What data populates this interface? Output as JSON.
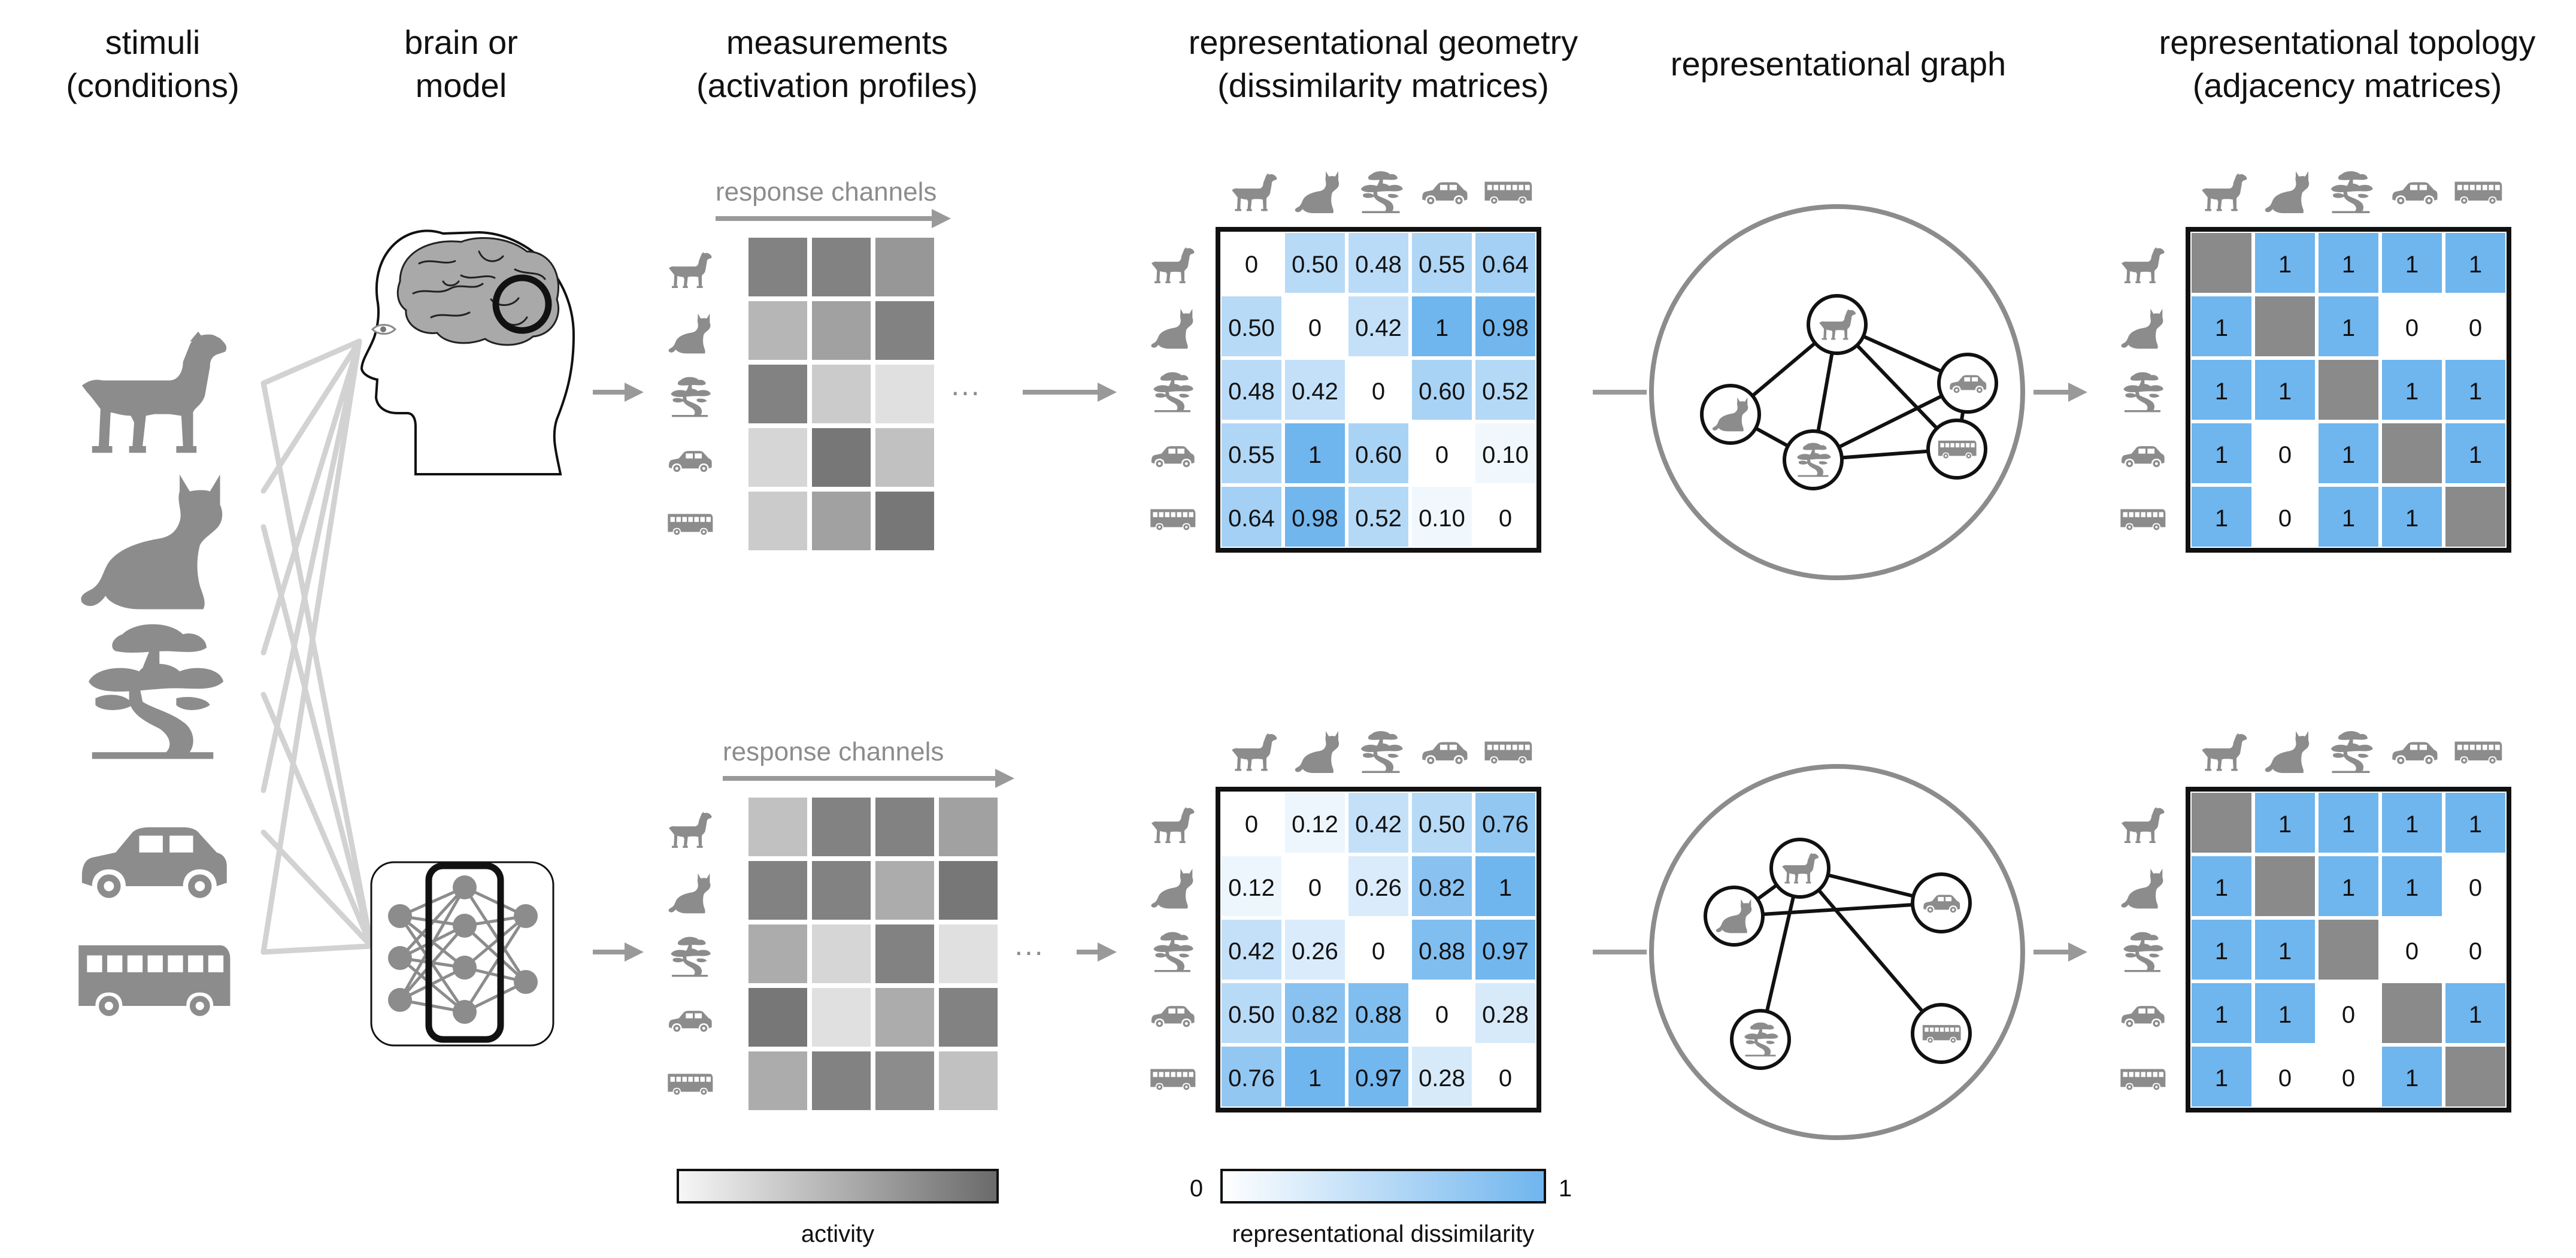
{
  "headers": [
    {
      "lines": [
        "stimuli",
        "(conditions)"
      ]
    },
    {
      "lines": [
        "brain or",
        "model"
      ]
    },
    {
      "lines": [
        "measurements",
        "(activation profiles)"
      ]
    },
    {
      "lines": [
        "representational geometry",
        "(dissimilarity matrices)"
      ]
    },
    {
      "lines": [
        "representational graph"
      ]
    },
    {
      "lines": [
        "representational topology",
        "(adjacency matrices)"
      ]
    }
  ],
  "stimuli": [
    "dog",
    "cat",
    "tree",
    "car",
    "bus"
  ],
  "rows": [
    {
      "source": "brain",
      "response_channels_label": "response channels",
      "activation": [
        [
          0.55,
          0.55,
          0.45
        ],
        [
          0.3,
          0.4,
          0.55
        ],
        [
          0.55,
          0.2,
          0.1
        ],
        [
          0.15,
          0.6,
          0.25
        ],
        [
          0.2,
          0.4,
          0.6
        ]
      ],
      "dissimilarity": [
        [
          "0",
          "0.50",
          "0.48",
          "0.55",
          "0.64"
        ],
        [
          "0.50",
          "0",
          "0.42",
          "1",
          "0.98"
        ],
        [
          "0.48",
          "0.42",
          "0",
          "0.60",
          "0.52"
        ],
        [
          "0.55",
          "1",
          "0.60",
          "0",
          "0.10"
        ],
        [
          "0.64",
          "0.98",
          "0.52",
          "0.10",
          "0"
        ]
      ],
      "graph_edges": [
        [
          0,
          1
        ],
        [
          0,
          2
        ],
        [
          0,
          3
        ],
        [
          0,
          4
        ],
        [
          1,
          2
        ],
        [
          2,
          3
        ],
        [
          2,
          4
        ],
        [
          3,
          4
        ]
      ],
      "adjacency": [
        [
          "",
          "1",
          "1",
          "1",
          "1"
        ],
        [
          "1",
          "",
          "1",
          "0",
          "0"
        ],
        [
          "1",
          "1",
          "",
          "1",
          "1"
        ],
        [
          "1",
          "0",
          "1",
          "",
          "1"
        ],
        [
          "1",
          "0",
          "1",
          "1",
          ""
        ]
      ]
    },
    {
      "source": "model",
      "response_channels_label": "response channels",
      "activation": [
        [
          0.25,
          0.55,
          0.55,
          0.4
        ],
        [
          0.55,
          0.55,
          0.35,
          0.6
        ],
        [
          0.35,
          0.15,
          0.55,
          0.1
        ],
        [
          0.6,
          0.1,
          0.35,
          0.55
        ],
        [
          0.35,
          0.55,
          0.5,
          0.25
        ]
      ],
      "dissimilarity": [
        [
          "0",
          "0.12",
          "0.42",
          "0.50",
          "0.76"
        ],
        [
          "0.12",
          "0",
          "0.26",
          "0.82",
          "1"
        ],
        [
          "0.42",
          "0.26",
          "0",
          "0.88",
          "0.97"
        ],
        [
          "0.50",
          "0.82",
          "0.88",
          "0",
          "0.28"
        ],
        [
          "0.76",
          "1",
          "0.97",
          "0.28",
          "0"
        ]
      ],
      "graph_edges": [
        [
          0,
          1
        ],
        [
          0,
          2
        ],
        [
          0,
          3
        ],
        [
          0,
          4
        ],
        [
          1,
          3
        ]
      ],
      "adjacency": [
        [
          "",
          "1",
          "1",
          "1",
          "1"
        ],
        [
          "1",
          "",
          "1",
          "1",
          "0"
        ],
        [
          "1",
          "1",
          "",
          "0",
          "0"
        ],
        [
          "1",
          "1",
          "0",
          "",
          "1"
        ],
        [
          "1",
          "0",
          "0",
          "1",
          ""
        ]
      ]
    }
  ],
  "ellipsis": "···",
  "activity_legend": {
    "label": "activity"
  },
  "dissimilarity_legend": {
    "min_label": "0",
    "max_label": "1",
    "label": "representational dissimilarity"
  },
  "colors": {
    "icon_gray": "#8c8c8c",
    "arrow_gray": "#999999",
    "line_gray": "#d2d2d2",
    "blue": "#6fb5ee",
    "blue_light": "#eef6fd",
    "matrix_border": "#111111",
    "diag_gray": "#8a8a8a"
  }
}
